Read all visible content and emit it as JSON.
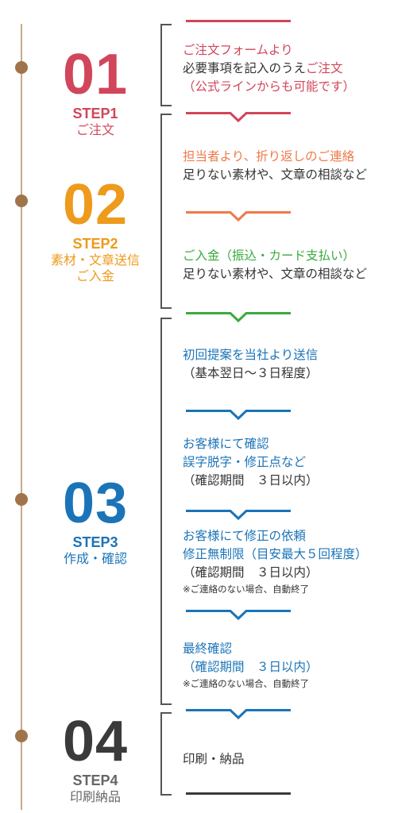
{
  "colors": {
    "red": "#d1465a",
    "orange": "#ee7a4a",
    "amber": "#ee9a1c",
    "green": "#3aaa3f",
    "blue": "#1b74b8",
    "dark": "#3a3a3a",
    "gray": "#666666",
    "timeline": "#c9a98a",
    "dot": "#a0744a"
  },
  "steps": [
    {
      "number": "01",
      "label": "STEP1",
      "sub": [
        "ご注文"
      ]
    },
    {
      "number": "02",
      "label": "STEP2",
      "sub": [
        "素材・文章送信",
        "ご入金"
      ]
    },
    {
      "number": "03",
      "label": "STEP3",
      "sub": [
        "作成・確認"
      ]
    },
    {
      "number": "04",
      "label": "STEP4",
      "sub": [
        "印刷納品"
      ]
    }
  ],
  "blocks": {
    "order": {
      "line1": "ご注文フォームより",
      "line2_prefix": "必要事項を記入のうえ",
      "line2_highlight": "ご注文",
      "line3": "（公式ラインからも可能です）"
    },
    "contact": {
      "line1": "担当者より、折り返しのご連絡",
      "line2": "足りない素材や、文章の相談など"
    },
    "payment": {
      "line1": "ご入金（振込・カード支払い）",
      "line2": "足りない素材や、文章の相談など"
    },
    "first_proposal": {
      "line1": "初回提案を当社より送信",
      "line2": "（基本翌日～３日程度）"
    },
    "customer_check": {
      "line1": "お客様にて確認",
      "line2": "誤字脱字・修正点など",
      "line3": "（確認期間　３日以内）"
    },
    "revision_request": {
      "line1": "お客様にて修正の依頼",
      "line2": "修正無制限（目安最大５回程度）",
      "line3": "（確認期間　３日以内）",
      "note": "※ご連絡のない場合、自動終了"
    },
    "final_check": {
      "line1": "最終確認",
      "line2": "（確認期間　３日以内）",
      "note": "※ご連絡のない場合、自動終了"
    },
    "delivery": {
      "line1": "印刷・納品"
    }
  }
}
